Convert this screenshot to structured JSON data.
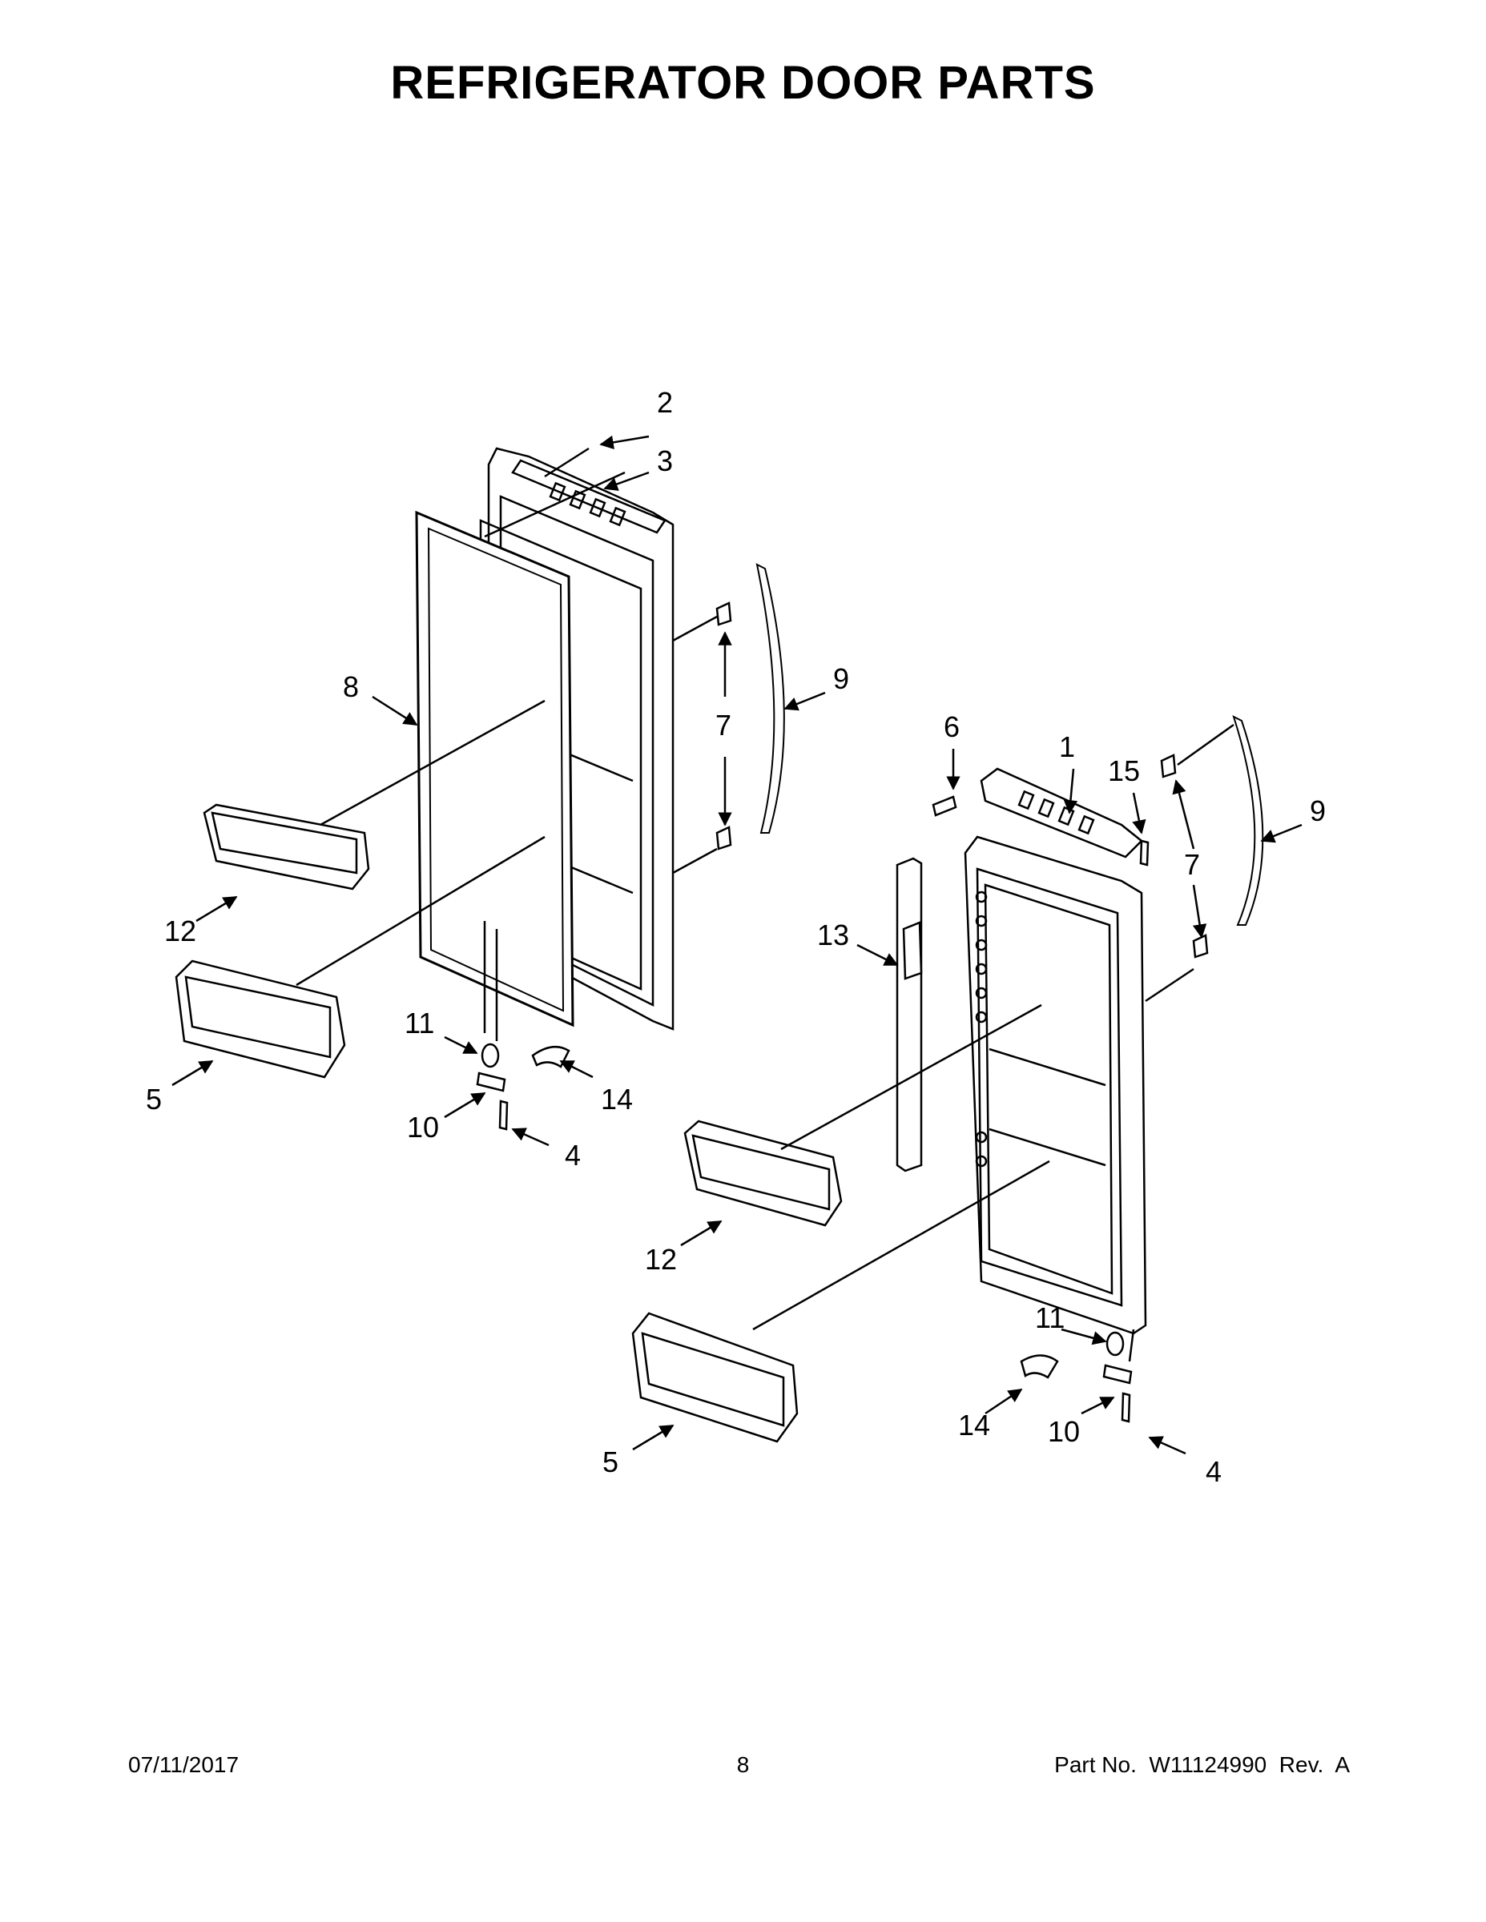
{
  "title": "REFRIGERATOR DOOR PARTS",
  "callouts": {
    "left_door": {
      "c2": "2",
      "c3": "3",
      "c8": "8",
      "c7": "7",
      "c9": "9",
      "c12": "12",
      "c5": "5",
      "c11": "11",
      "c14": "14",
      "c10": "10",
      "c4": "4"
    },
    "right_door": {
      "c6": "6",
      "c1": "1",
      "c15": "15",
      "c9": "9",
      "c7": "7",
      "c13": "13",
      "c12": "12",
      "c5": "5",
      "c11": "11",
      "c14": "14",
      "c10": "10",
      "c4": "4"
    }
  },
  "footer": {
    "date": "07/11/2017",
    "page": "8",
    "part": "Part No.  W11124990  Rev.  A"
  }
}
